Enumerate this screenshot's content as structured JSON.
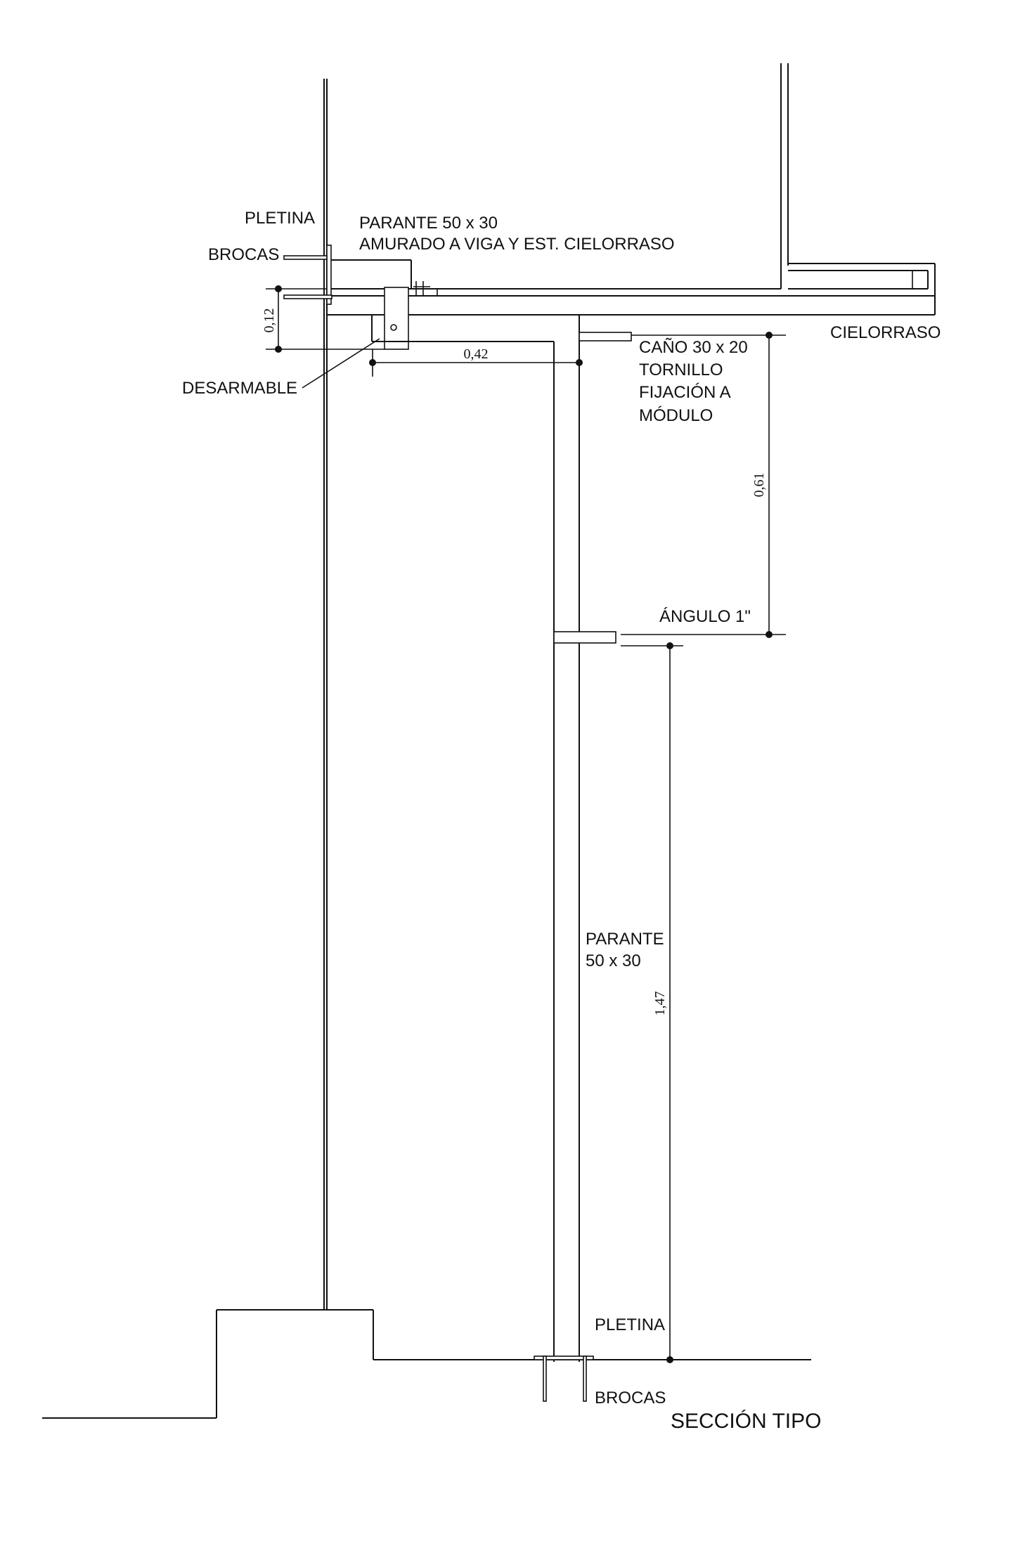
{
  "labels": {
    "pletina_top": "PLETINA",
    "brocas_top": "BROCAS",
    "parante_top_1": "PARANTE 50 x 30",
    "parante_top_2": "AMURADO A VIGA Y EST. CIELORRASO",
    "cielorraso": "CIELORRASO",
    "desarmable": "DESARMABLE",
    "cano_1": "CAÑO 30 x 20",
    "cano_2": "TORNILLO",
    "cano_3": "FIJACIÓN A",
    "cano_4": "MÓDULO",
    "angulo": "ÁNGULO 1\"",
    "parante_mid_1": "PARANTE",
    "parante_mid_2": "50 x 30",
    "pletina_bottom": "PLETINA",
    "brocas_bottom": "BROCAS"
  },
  "dimensions": {
    "d012": "0,12",
    "d042": "0,42",
    "d061": "0,61",
    "d147": "1,47"
  },
  "title": "SECCIÓN TIPO"
}
